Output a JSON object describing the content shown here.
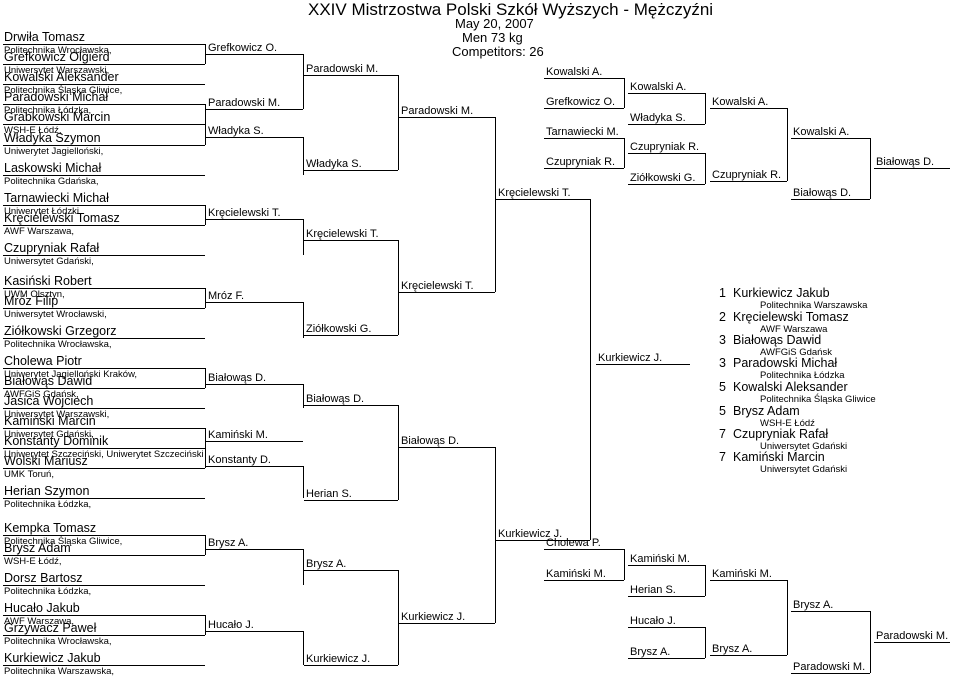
{
  "header": {
    "title": "XXIV Mistrzostwa Polski Szkół Wyższych - Mężczyźni",
    "date": "May 20, 2007",
    "category": "Men 73 kg",
    "competitors": "Competitors: 26"
  },
  "entrants": [
    {
      "name": "Drwiła Tomasz",
      "uni": "Politechnika Wrocławska,"
    },
    {
      "name": "Grefkowicz Olgierd",
      "uni": "Uniwersytet Warszawski,"
    },
    {
      "name": "Kowalski Aleksander",
      "uni": "Politechnika Śląska Gliwice,"
    },
    {
      "name": "Paradowski Michał",
      "uni": "Politechnika Łódzka,"
    },
    {
      "name": "Grabkowski Marcin",
      "uni": "WSH-E Łódź,"
    },
    {
      "name": "Władyka Szymon",
      "uni": "Uniwerytet Jagielloński,"
    },
    {
      "name": "Laskowski Michał",
      "uni": "Politechnika Gdańska,"
    },
    {
      "name": "Tarnawiecki Michał",
      "uni": "Uniwerytet Łódzki,"
    },
    {
      "name": "Kręcielewski Tomasz",
      "uni": "AWF Warszawa,"
    },
    {
      "name": "Czupryniak Rafał",
      "uni": "Uniwersytet Gdański,"
    },
    {
      "name": "Kasiński Robert",
      "uni": "UWM Olsztyn,"
    },
    {
      "name": "Mróz Filip",
      "uni": "Uniwersytet Wrocławski,"
    },
    {
      "name": "Ziółkowski Grzegorz",
      "uni": "Politechnika Wrocławska,"
    },
    {
      "name": "Cholewa Piotr",
      "uni": "Uniwerytet Jagielloński Kraków,"
    },
    {
      "name": "Białowąs Dawid",
      "uni": "AWFGiS Gdańsk,"
    },
    {
      "name": "Jasica Wojciech",
      "uni": "Uniwersytet Warszawski,"
    },
    {
      "name": "Kamiński Marcin",
      "uni": "Uniwersytet Gdański,"
    },
    {
      "name": "Konstanty Dominik",
      "uni": "Uniwerytet Szczeciński, Uniwerytet Szczeciński"
    },
    {
      "name": "Wolski Mariusz",
      "uni": "UMK Toruń,"
    },
    {
      "name": "Herian Szymon",
      "uni": "Politechnika Łódzka,"
    },
    {
      "name": "Kempka Tomasz",
      "uni": "Politechnika Śląska Gliwice,"
    },
    {
      "name": "Brysz Adam",
      "uni": "WSH-E Łódź,"
    },
    {
      "name": "Dorsz Bartosz",
      "uni": "Politechnika Łódzka,"
    },
    {
      "name": "Hucało Jakub",
      "uni": "AWF Warszawa,"
    },
    {
      "name": "Grzywacz Paweł",
      "uni": "Politechnika Wrocławska,"
    },
    {
      "name": "Kurkiewicz Jakub",
      "uni": "Politechnika Warszawska,"
    }
  ],
  "main_bracket": {
    "round1": [
      "Grefkowicz O.",
      "Paradowski M.",
      "Władyka S.",
      "Kręcielewski T.",
      "Mróz F.",
      "Białowąs D.",
      "Kamiński M.",
      "Konstanty D.",
      "Brysz A.",
      "Hucało J."
    ],
    "round2": [
      "Paradowski M.",
      "Władyka S.",
      "Kręcielewski T.",
      "Ziółkowski G.",
      "Białowąs D.",
      "Herian S.",
      "Brysz A.",
      "Kurkiewicz J."
    ],
    "round3": [
      "Paradowski M.",
      "Kręcielewski T.",
      "Białowąs D.",
      "Kurkiewicz J."
    ],
    "round4": [
      "Kręcielewski T.",
      "Kurkiewicz J."
    ],
    "final": "Kurkiewicz J."
  },
  "repechage_top": {
    "r1": [
      "Kowalski A.",
      "Grefkowicz O.",
      "Tarnawiecki M.",
      "Czupryniak R."
    ],
    "r2": [
      "Kowalski A.",
      "Władyka S.",
      "Czupryniak R.",
      "Ziółkowski G."
    ],
    "r3": [
      "Kowalski A.",
      "Czupryniak R."
    ],
    "r4": [
      "Kowalski A.",
      "Białowąs D."
    ],
    "r5": "Białowąs D."
  },
  "repechage_bottom": {
    "r1": [
      "Cholewa P.",
      "Kamiński M."
    ],
    "r2": [
      "Kamiński M.",
      "Herian S.",
      "Hucało J.",
      "Brysz A."
    ],
    "r3": [
      "Kamiński M.",
      "Brysz A."
    ],
    "r4": [
      "Brysz A.",
      "Paradowski M."
    ],
    "r5": "Paradowski M."
  },
  "results": [
    {
      "place": "1",
      "name": "Kurkiewicz Jakub",
      "uni": "Politechnika Warszawska"
    },
    {
      "place": "2",
      "name": "Kręcielewski Tomasz",
      "uni": "AWF Warszawa"
    },
    {
      "place": "3",
      "name": "Białowąs Dawid",
      "uni": "AWFGiS Gdańsk"
    },
    {
      "place": "3",
      "name": "Paradowski Michał",
      "uni": "Politechnika Łódzka"
    },
    {
      "place": "5",
      "name": "Kowalski Aleksander",
      "uni": "Politechnika Śląska Gliwice"
    },
    {
      "place": "5",
      "name": "Brysz Adam",
      "uni": "WSH-E Łódź"
    },
    {
      "place": "7",
      "name": "Czupryniak Rafał",
      "uni": "Uniwersytet Gdański"
    },
    {
      "place": "7",
      "name": "Kamiński Marcin",
      "uni": "Uniwersytet Gdański"
    }
  ]
}
